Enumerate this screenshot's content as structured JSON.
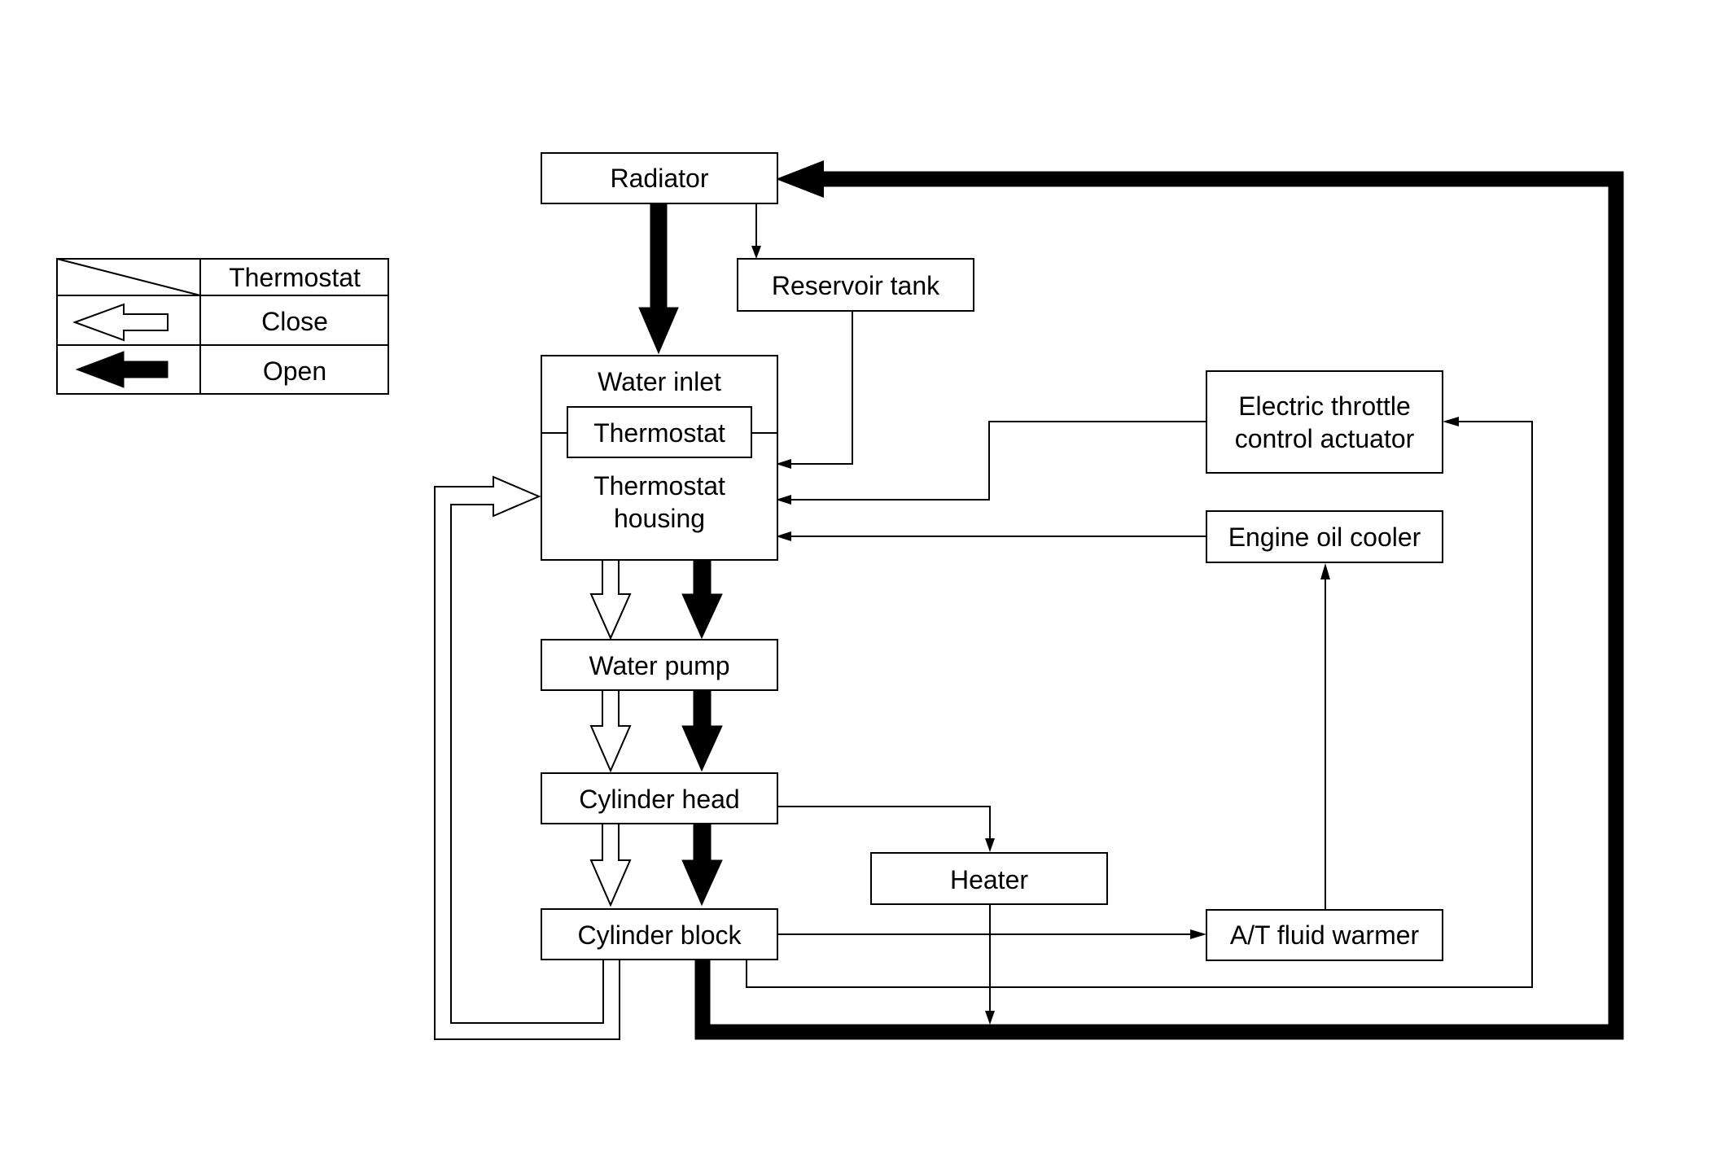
{
  "legend": {
    "header": "Thermostat",
    "rows": [
      {
        "label": "Close",
        "icon": "hollow-arrow-icon"
      },
      {
        "label": "Open",
        "icon": "solid-arrow-icon"
      }
    ]
  },
  "components": {
    "radiator": "Radiator",
    "reservoir_tank": "Reservoir tank",
    "water_inlet": "Water inlet",
    "thermostat": "Thermostat",
    "thermostat_housing_line1": "Thermostat",
    "thermostat_housing_line2": "housing",
    "water_pump": "Water pump",
    "cylinder_head": "Cylinder head",
    "cylinder_block": "Cylinder block",
    "heater": "Heater",
    "electric_throttle_line1": "Electric throttle",
    "electric_throttle_line2": "control actuator",
    "engine_oil_cooler": "Engine oil cooler",
    "at_fluid_warmer": "A/T fluid warmer"
  },
  "colors": {
    "line": "#000000",
    "background": "#ffffff"
  }
}
